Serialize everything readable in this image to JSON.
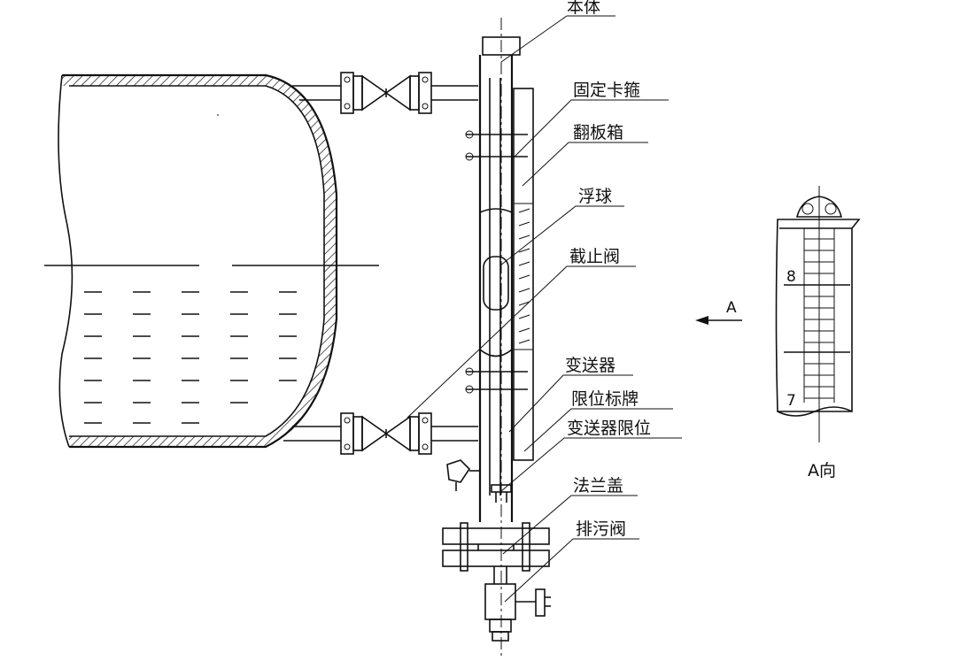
{
  "labels": {
    "body": "本体",
    "clamp": "固定卡箍",
    "flap_box": "翻板箱",
    "float": "浮球",
    "stop_valve": "截止阀",
    "transmitter": "变送器",
    "limit_plate": "限位标牌",
    "transmitter_limit": "变送器限位",
    "flange_cover": "法兰盖",
    "drain_valve": "排污阀"
  },
  "view_a": {
    "arrow_label": "A",
    "caption": "A向",
    "scale_8": "8",
    "scale_7": "7"
  }
}
